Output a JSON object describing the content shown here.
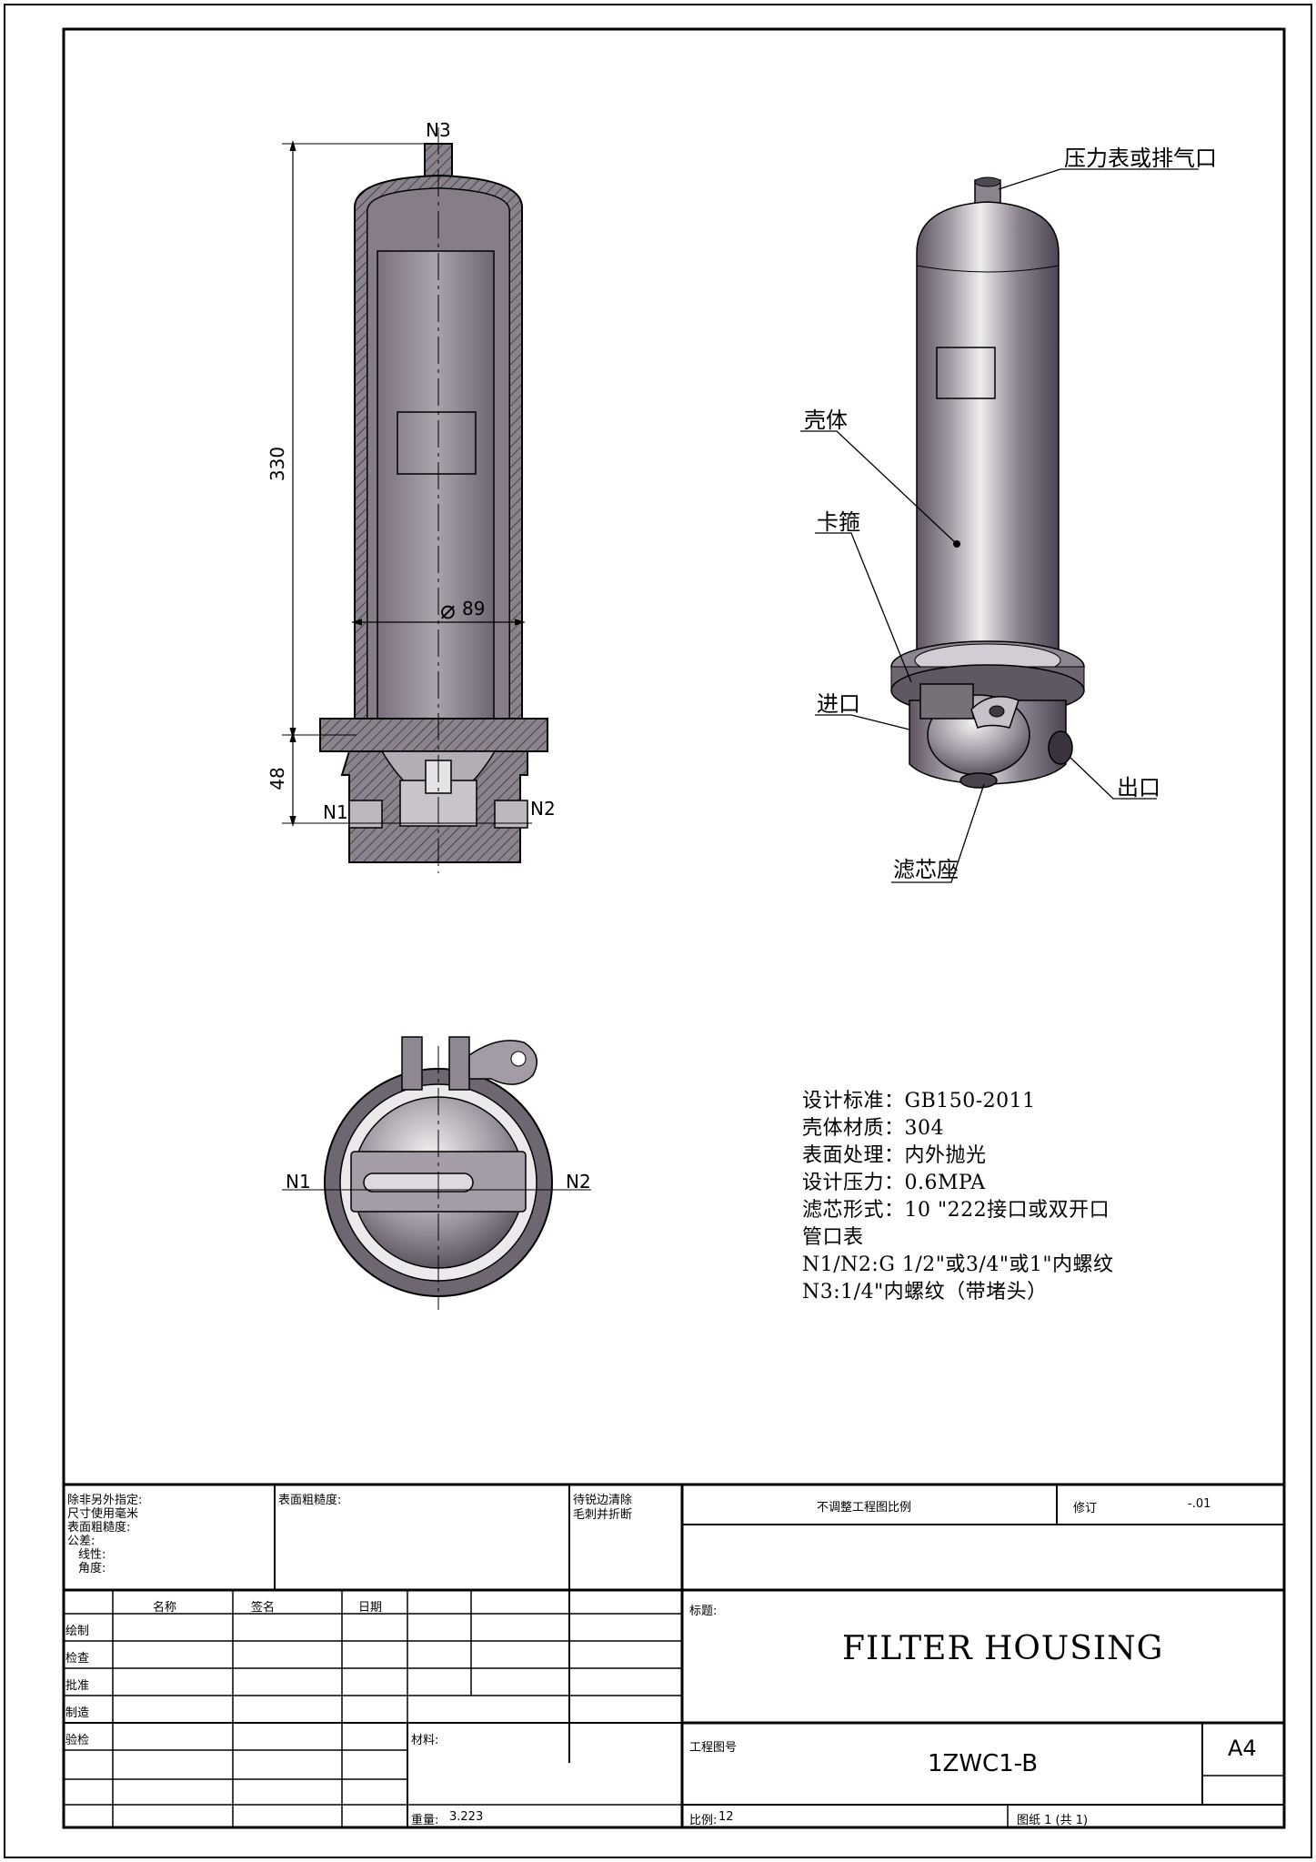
{
  "drawing": {
    "section_view": {
      "labels": {
        "n3": "N3",
        "n1": "N1",
        "n2": "N2"
      },
      "dimensions": {
        "height": "330",
        "base": "48",
        "diameter": "89",
        "diameter_symbol": "⌀"
      }
    },
    "iso_view": {
      "callouts": {
        "gauge": "压力表或排气口",
        "shell": "壳体",
        "clamp": "卡箍",
        "inlet": "进口",
        "outlet": "出口",
        "seat": "滤芯座"
      }
    },
    "top_view": {
      "labels": {
        "n1": "N1",
        "n2": "N2"
      }
    },
    "notes": [
      "设计标准：GB150-2011",
      "壳体材质：304",
      "表面处理：内外抛光",
      "设计压力：0.6MPA",
      "滤芯形式：10 \"222接口或双开口",
      "管口表",
      "N1/N2:G 1/2\"或3/4\"或1\"内螺纹",
      "N3:1/4\"内螺纹（带堵头）"
    ]
  },
  "title_block": {
    "general": [
      "除非另外指定:",
      "尺寸使用毫米",
      "表面粗糙度:",
      "公差:",
      "线性:",
      "角度:"
    ],
    "surface_label": "表面粗糙度:",
    "deburr": [
      "待锐边清除",
      "毛刺并折断"
    ],
    "no_scale": "不调整工程图比例",
    "revision_label": "修订",
    "revision_value": "-.01",
    "columns": [
      "名称",
      "签名",
      "日期"
    ],
    "rows": [
      "绘制",
      "检查",
      "批准",
      "制造",
      "验检"
    ],
    "title_label": "标题:",
    "title": "FILTER HOUSING",
    "material_label": "材料:",
    "drawing_no_label": "工程图号",
    "drawing_no": "1ZWC1-B",
    "size": "A4",
    "weight_label": "重量:",
    "weight_value": "3.223",
    "scale_label": "比例:",
    "scale_value": "12",
    "sheet": "图纸 1 (共 1)"
  },
  "colors": {
    "line": "#000000",
    "metal_dark": "#6e6570",
    "metal_mid": "#9a929c",
    "metal_light": "#d9d5da",
    "inner_fill": "#8d8590"
  }
}
